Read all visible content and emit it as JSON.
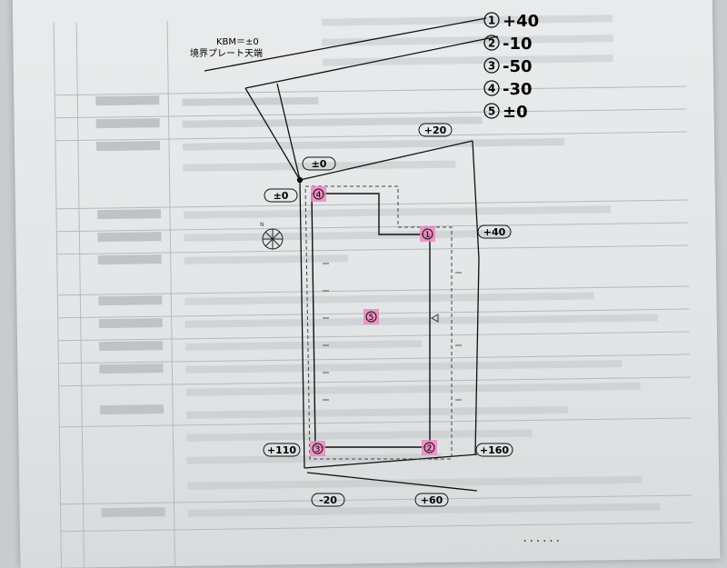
{
  "legend": {
    "items": [
      {
        "num": "1",
        "value": "+40"
      },
      {
        "num": "2",
        "value": "-10"
      },
      {
        "num": "3",
        "value": "-50"
      },
      {
        "num": "4",
        "value": "-30"
      },
      {
        "num": "5",
        "value": "±0"
      }
    ]
  },
  "kbm": {
    "line1": "KBM＝±0",
    "line2": "境界プレート天端"
  },
  "elevations": {
    "top_left_upper": "±0",
    "top_left_lower": "±0",
    "top_mid": "+20",
    "right_mid": "+40",
    "left_bottom": "+110",
    "right_bottom": "+160",
    "bottom_left": "-20",
    "bottom_mid": "+60"
  },
  "points": {
    "p1": "1",
    "p2": "2",
    "p3": "3",
    "p4": "4",
    "p5": "5"
  },
  "dots": "......",
  "colors": {
    "pink": "#ef86c0",
    "ink": "#111111",
    "faint": "#9ea3a6"
  }
}
